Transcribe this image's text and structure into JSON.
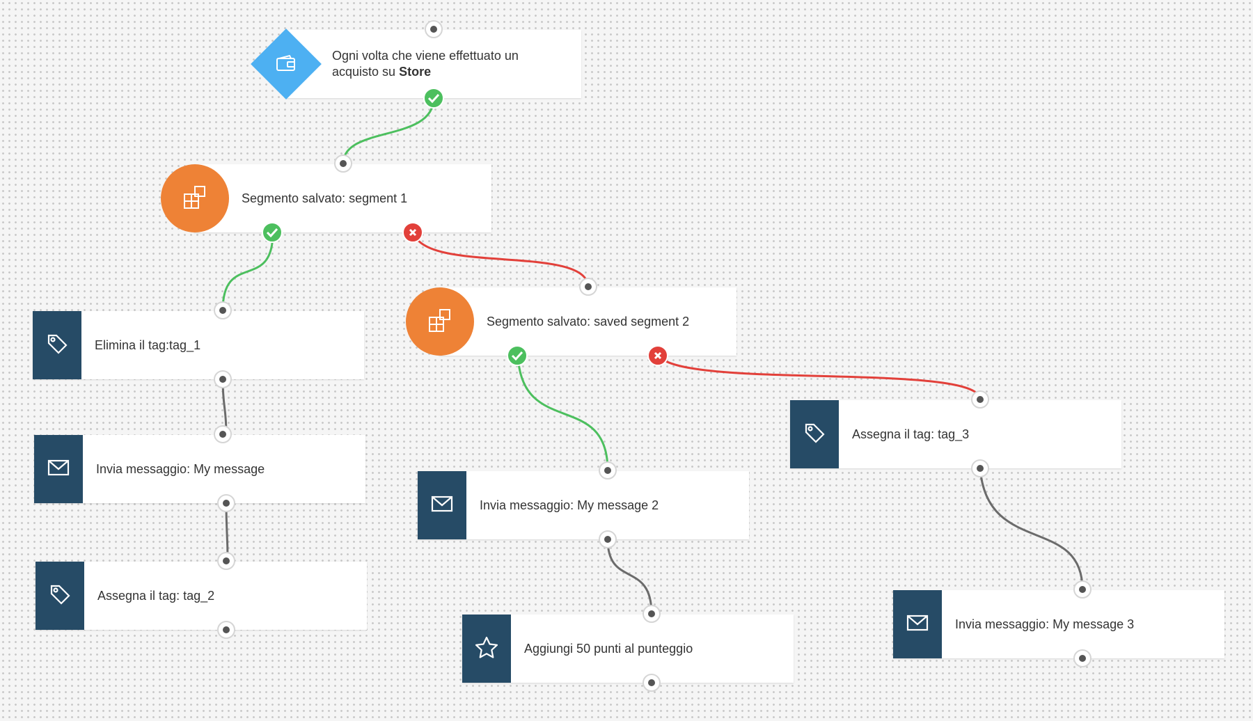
{
  "trigger": {
    "text_prefix": "Ogni volta che viene effettuato un acquisto su",
    "text_bold": "Store",
    "icon": "wallet-icon",
    "color": "#4db0f2"
  },
  "nodes": {
    "segment1": {
      "label": "Segmento salvato: segment 1",
      "icon": "segment-icon",
      "color": "#ee8236"
    },
    "segment2": {
      "label": "Segmento salvato: saved segment 2",
      "icon": "segment-icon",
      "color": "#ee8236"
    },
    "remove_tag1": {
      "label": "Elimina il tag:tag_1",
      "icon": "tag-icon"
    },
    "send_msg1": {
      "label": "Invia messaggio: My message",
      "icon": "envelope-icon"
    },
    "assign_tag2": {
      "label": "Assegna il tag: tag_2",
      "icon": "tag-icon"
    },
    "send_msg2": {
      "label": "Invia messaggio: My message 2",
      "icon": "envelope-icon"
    },
    "add_points": {
      "label": "Aggiungi 50 punti al punteggio",
      "icon": "star-icon"
    },
    "assign_tag3": {
      "label": "Assegna il tag: tag_3",
      "icon": "tag-icon"
    },
    "send_msg3": {
      "label": "Invia messaggio: My message 3",
      "icon": "envelope-icon"
    }
  },
  "colors": {
    "action_block": "#264b66",
    "yes": "#4cbf5e",
    "no": "#e2403a",
    "wire": "#6b6b6b"
  }
}
